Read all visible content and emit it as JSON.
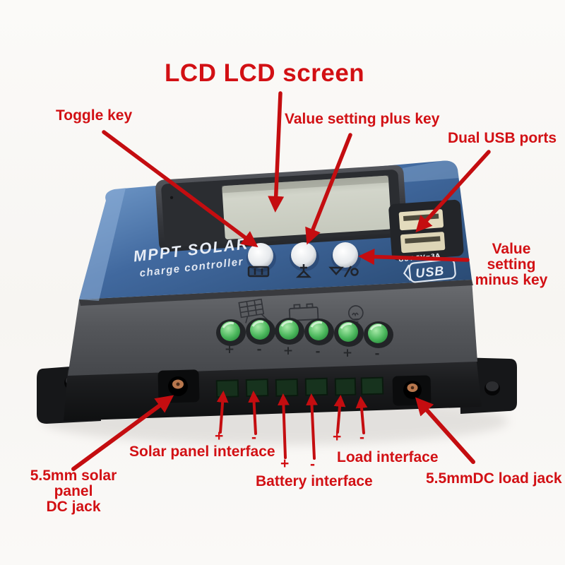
{
  "image_type": "annotated product photo of an MPPT solar charge controller",
  "annotations": {
    "lcd_screen": "LCD LCD screen",
    "toggle_key": "Toggle key",
    "plus_key": "Value setting plus key",
    "dual_usb": "Dual USB ports",
    "minus_key_line1": "Value setting",
    "minus_key_line2": "minus key",
    "solar_interface": "Solar panel interface",
    "battery_interface": "Battery interface",
    "load_interface": "Load interface",
    "solar_jack_line1": "5.5mm solar panel",
    "solar_jack_line2": "DC jack",
    "load_jack": "5.5mmDC load jack",
    "polarity": {
      "plus": "+",
      "minus": "-"
    }
  },
  "device": {
    "brand_line1": "MPPT SOLAR",
    "brand_line2": "charge controller",
    "usb_logo": "USB",
    "usb_output": "OUT 5V=3A",
    "terminal_marks": [
      "+",
      "-",
      "+",
      "-",
      "+",
      "-"
    ]
  },
  "icons": {
    "solar_panel_icon": "tilted-grid-panel",
    "battery_icon": "battery-outline",
    "lamp_icon": "light-bulb",
    "toggle_button_icon": "display-segments",
    "plus_button_icon": "plus-over-triangle",
    "minus_button_icon": "triangle-slash-setting"
  },
  "colors": {
    "annotation_red": "#d21014",
    "body_blue": "#3c649f",
    "bezel_gray": "#393b40",
    "lcd_green": "#ccd0c4",
    "terminal_gray": "#56585c",
    "base_black": "#1a1b1d",
    "screw_green": "#3fae52",
    "usb_port_cream": "#ded6b8"
  }
}
